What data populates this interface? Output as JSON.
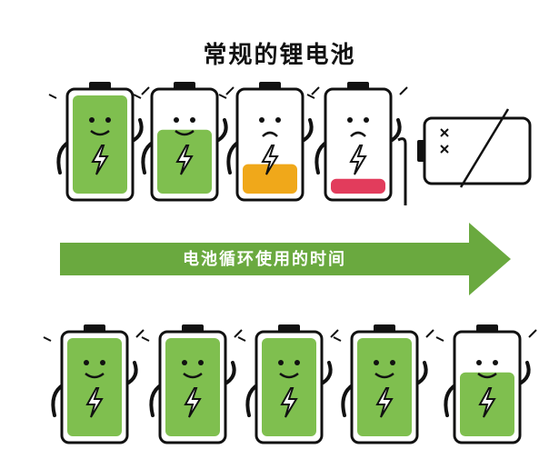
{
  "title": "常规的锂电池",
  "arrow": {
    "label": "电池循环使用的时间"
  },
  "colors": {
    "green": "#7fbf4f",
    "arrow_green": "#6aa93f",
    "orange": "#f0a81a",
    "red": "#e23c5c",
    "outline": "#111111"
  },
  "top_row": [
    {
      "name": "battery-full",
      "level": 1.0,
      "mood": "happy",
      "fill": "green"
    },
    {
      "name": "battery-high",
      "level": 0.65,
      "mood": "happy",
      "fill": "green"
    },
    {
      "name": "battery-low",
      "level": 0.3,
      "mood": "worried",
      "fill": "orange"
    },
    {
      "name": "battery-very-low",
      "level": 0.15,
      "mood": "sick",
      "fill": "red"
    },
    {
      "name": "battery-dead",
      "level": 0.0,
      "mood": "dead",
      "fill": "none"
    }
  ],
  "bottom_row": [
    {
      "name": "battery-full-1",
      "level": 1.0,
      "mood": "happy",
      "fill": "green"
    },
    {
      "name": "battery-full-2",
      "level": 1.0,
      "mood": "happy",
      "fill": "green"
    },
    {
      "name": "battery-full-3",
      "level": 1.0,
      "mood": "happy",
      "fill": "green"
    },
    {
      "name": "battery-full-4",
      "level": 1.0,
      "mood": "happy",
      "fill": "green"
    },
    {
      "name": "battery-high-5",
      "level": 0.65,
      "mood": "happy",
      "fill": "green"
    }
  ]
}
